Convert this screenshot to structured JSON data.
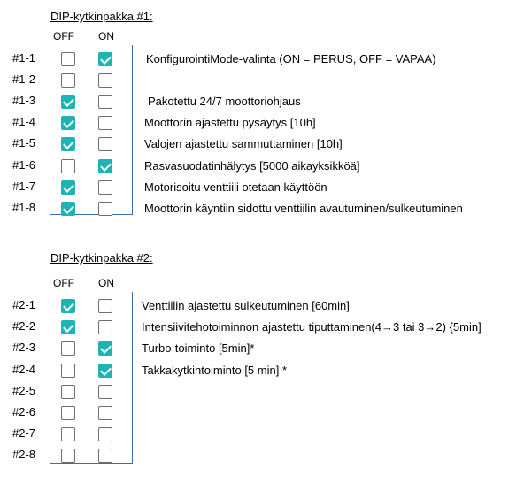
{
  "colors": {
    "checked": "#1fb4b4",
    "panel_border": "#3b6ea5"
  },
  "pack1": {
    "title": "DIP-kytkinpakka #1:",
    "off_label": "OFF",
    "on_label": "ON",
    "rows": [
      {
        "label": "#1-1",
        "off": false,
        "on": true,
        "desc": "KonfigurointiMode-valinta  (ON = PERUS, OFF = VAPAA)"
      },
      {
        "label": "#1-2",
        "off": false,
        "on": false,
        "desc": ""
      },
      {
        "label": "#1-3",
        "off": true,
        "on": false,
        "desc": "Pakotettu 24/7 moottoriohjaus"
      },
      {
        "label": "#1-4",
        "off": true,
        "on": false,
        "desc": "Moottorin ajastettu pysäytys [10h]"
      },
      {
        "label": "#1-5",
        "off": true,
        "on": false,
        "desc": "Valojen  ajastettu sammuttaminen [10h]"
      },
      {
        "label": "#1-6",
        "off": false,
        "on": true,
        "desc": "Rasvasuodatinhälytys [5000 aikayksikköä]"
      },
      {
        "label": "#1-7",
        "off": true,
        "on": false,
        "desc": "Motorisoitu venttiili otetaan käyttöön"
      },
      {
        "label": "#1-8",
        "off": true,
        "on": false,
        "desc": "Moottorin käyntiin sidottu venttiilin avautuminen/sulkeutuminen"
      }
    ]
  },
  "pack2": {
    "title": "DIP-kytkinpakka #2:",
    "off_label": "OFF",
    "on_label": "ON",
    "rows": [
      {
        "label": "#2-1",
        "off": true,
        "on": false,
        "desc": "Venttiilin ajastettu sulkeutuminen [60min]"
      },
      {
        "label": "#2-2",
        "off": true,
        "on": false,
        "desc": "Intensiivitehotoiminnon ajastettu tiputtaminen(4→3 tai  3→2) {5min]"
      },
      {
        "label": "#2-3",
        "off": false,
        "on": true,
        "desc": "Turbo-toiminto  [5min]*"
      },
      {
        "label": "#2-4",
        "off": false,
        "on": true,
        "desc": "Takkakytkintoiminto [5 min] *"
      },
      {
        "label": "#2-5",
        "off": false,
        "on": false,
        "desc": ""
      },
      {
        "label": "#2-6",
        "off": false,
        "on": false,
        "desc": ""
      },
      {
        "label": "#2-7",
        "off": false,
        "on": false,
        "desc": ""
      },
      {
        "label": "#2-8",
        "off": false,
        "on": false,
        "desc": ""
      }
    ]
  }
}
